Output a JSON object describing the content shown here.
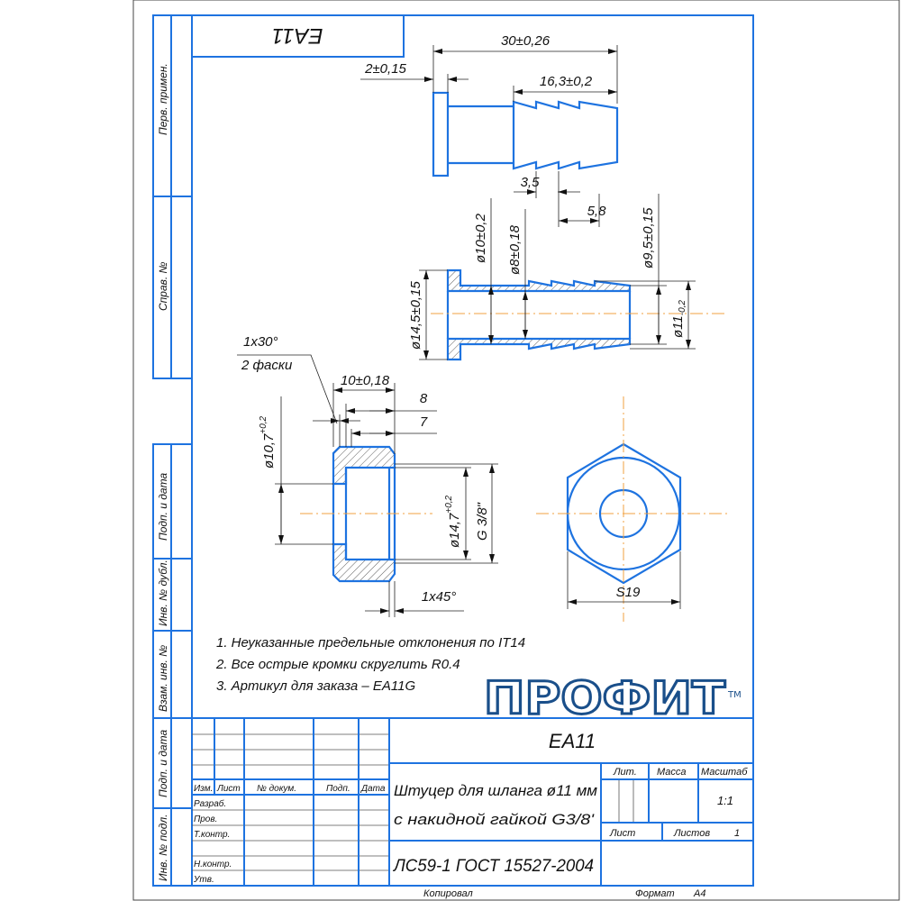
{
  "side_stamps": {
    "perv_primen": "Перв. примен.",
    "sprav_no": "Справ. №",
    "podp_data_1": "Подп. и дата",
    "inv_dubl": "Инв. № дубл.",
    "vzam_inv": "Взам. инв. №",
    "podp_data_2": "Подп. и дата",
    "inv_podl": "Инв. № подл."
  },
  "corner_code": "EA11",
  "fitting_view": {
    "dim_total": "30±0,26",
    "dim_flange": "2±0,15",
    "dim_barbs": "16,3±0,2",
    "dim_pitch": "3,5",
    "dim_last": "5,8"
  },
  "fitting_section": {
    "dim_flange_d": "ø14,5±0,15",
    "dim_outer_d": "ø10±0,2",
    "dim_bore_d": "ø8±0,18",
    "dim_end_d": "ø9,5±0,15",
    "dim_barb_d": "ø11",
    "dim_barb_tol": "-0,2"
  },
  "nut_section": {
    "chamfer_note": "1x30°",
    "chamfer_count": "2 фаски",
    "dim_length": "10±0,18",
    "dim_8": "8",
    "dim_7": "7",
    "dim_hole_d": "ø10,7",
    "dim_hole_tol": "+0,2",
    "dim_bore_d": "ø14,7",
    "dim_bore_tol": "+0,2",
    "dim_thread": "G 3/8\"",
    "dim_chamfer": "1x45°"
  },
  "hex_view": {
    "dim_across_flats": "S19"
  },
  "notes": [
    "1. Неуказанные предельные отклонения по IT14",
    "2. Все острые кромки скруглить R0.4",
    "3. Артикул для заказа – EA11G"
  ],
  "logo": {
    "text": "ПРОФИТ",
    "tm": "TM"
  },
  "title_block": {
    "designation": "EA11",
    "name_line1": "Штуцер для шланга ø11 мм",
    "name_line2": "с накидной гайкой G3/8'",
    "material": "ЛС59-1 ГОСТ 15527-2004",
    "headers": [
      "Изм.",
      "Лист",
      "№ докум.",
      "Подп.",
      "Дата"
    ],
    "roles": [
      "Разраб.",
      "Пров.",
      "Т.контр.",
      "Н.контр.",
      "Утв."
    ],
    "lit_label": "Лит.",
    "mass_label": "Масса",
    "scale_label": "Масштаб",
    "scale_value": "1:1",
    "sheet_label": "Лист",
    "sheets_label": "Листов",
    "sheets_value": "1",
    "copied_label": "Копировал",
    "format_label": "Формат",
    "format_value": "A4"
  },
  "colors": {
    "outline": "#1e73e0",
    "centerline": "#f0a040",
    "dimension": "#222222"
  }
}
